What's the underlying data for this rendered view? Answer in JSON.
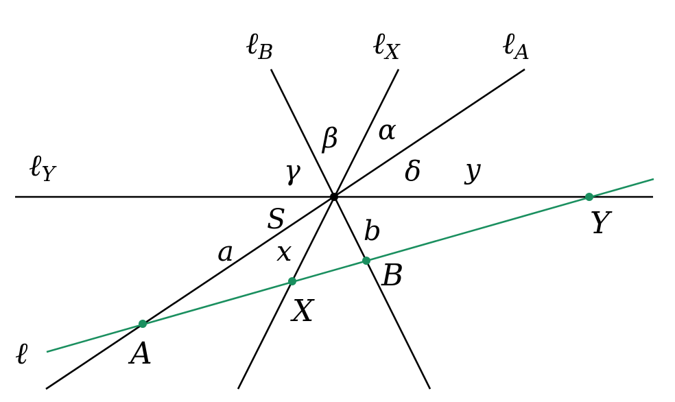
{
  "colors": {
    "ink": "#000000",
    "accent": "#1a8f5f"
  },
  "lines": {
    "l_A": {
      "letter": "ℓ",
      "subscript": "A"
    },
    "l_B": {
      "letter": "ℓ",
      "subscript": "B"
    },
    "l_X": {
      "letter": "ℓ",
      "subscript": "X"
    },
    "l_Y": {
      "letter": "ℓ",
      "subscript": "Y"
    },
    "l": {
      "letter": "ℓ"
    }
  },
  "angles": {
    "alpha": "α",
    "beta": "β",
    "gamma": "γ",
    "delta": "δ"
  },
  "segments": {
    "a": "a",
    "b": "b",
    "x": "x",
    "y": "y"
  },
  "center_label": "S",
  "points": {
    "A": "A",
    "B": "B",
    "X": "X",
    "Y": "Y"
  }
}
